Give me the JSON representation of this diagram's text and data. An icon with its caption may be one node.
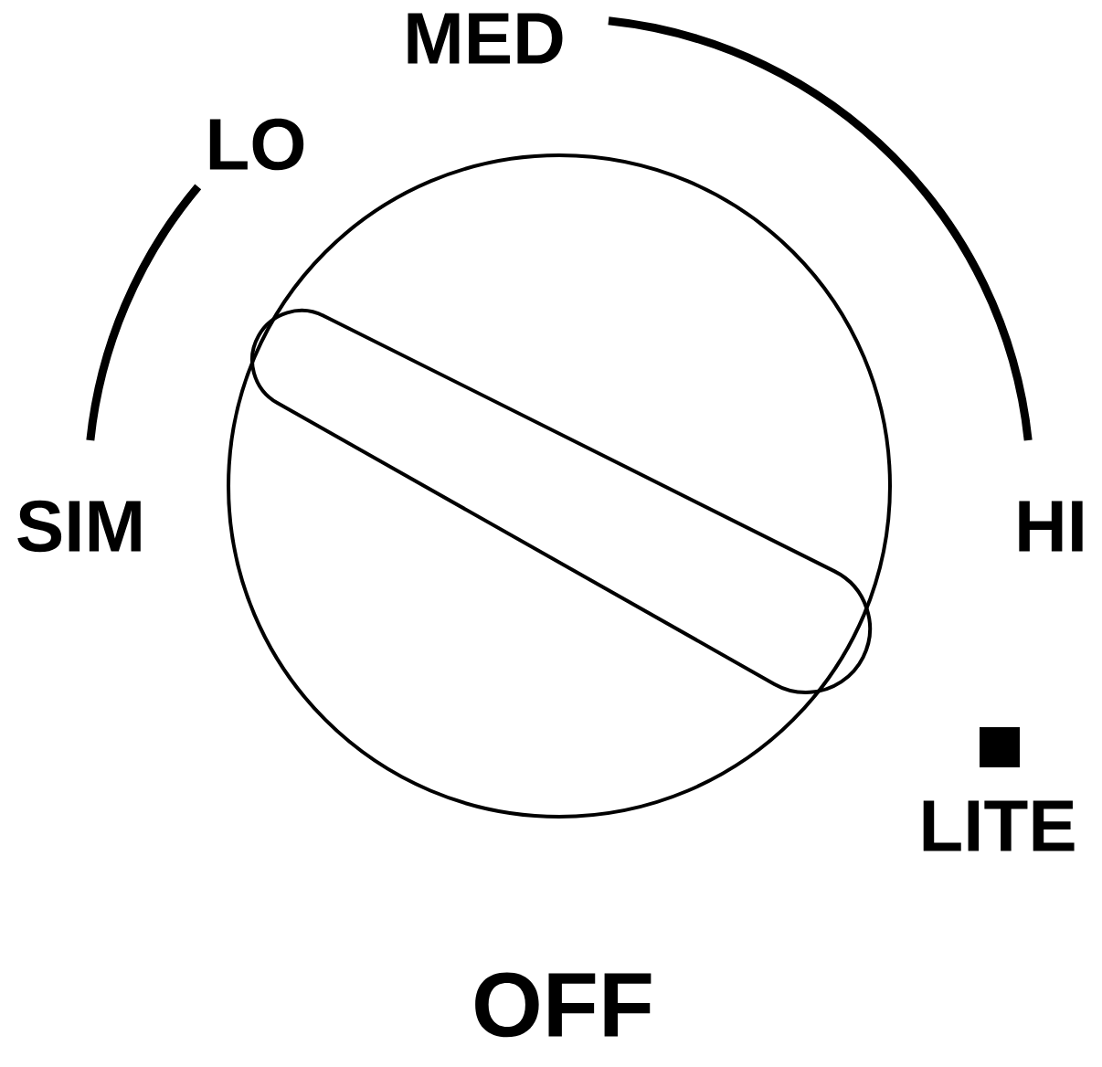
{
  "diagram": {
    "labels": [
      "MED",
      "LO",
      "SIM",
      "HI",
      "LITE",
      "OFF"
    ]
  }
}
